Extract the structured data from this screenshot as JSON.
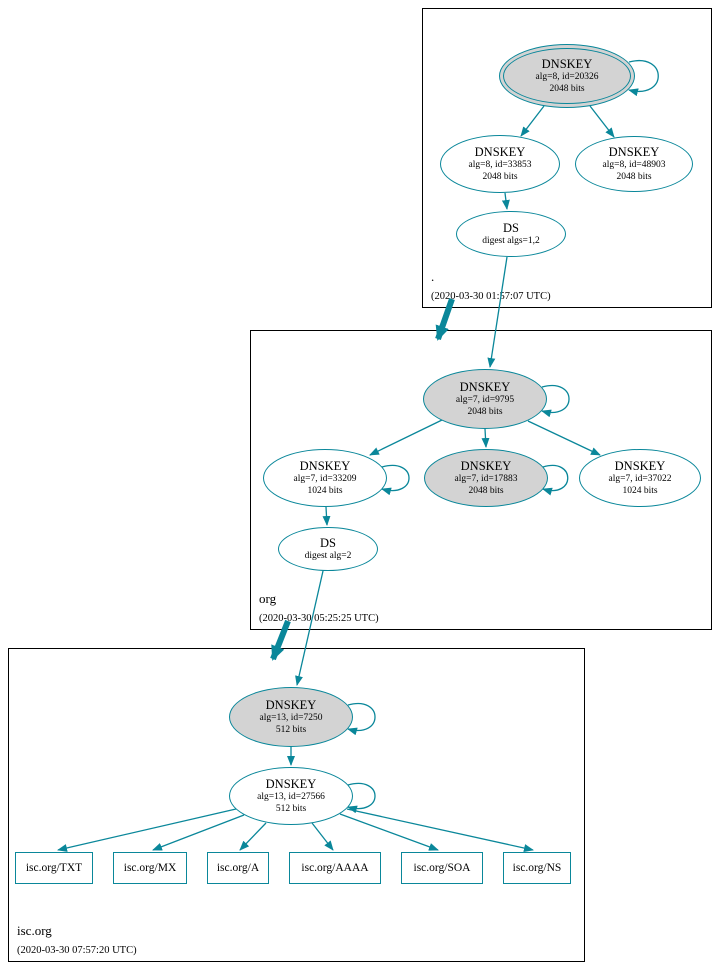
{
  "colors": {
    "accent": "#0a879a",
    "sep_fill": "#d3d3d3"
  },
  "zones": {
    "root": {
      "label": ".",
      "timestamp": "(2020-03-30 01:57:07 UTC)",
      "nodes": {
        "ksk": {
          "name": "DNSKEY",
          "detail1": "alg=8, id=20326",
          "detail2": "2048 bits"
        },
        "zsk_a": {
          "name": "DNSKEY",
          "detail1": "alg=8, id=33853",
          "detail2": "2048 bits"
        },
        "zsk_b": {
          "name": "DNSKEY",
          "detail1": "alg=8, id=48903",
          "detail2": "2048 bits"
        },
        "ds": {
          "name": "DS",
          "detail1": "digest algs=1,2"
        }
      }
    },
    "org": {
      "label": "org",
      "timestamp": "(2020-03-30 05:25:25 UTC)",
      "nodes": {
        "ksk": {
          "name": "DNSKEY",
          "detail1": "alg=7, id=9795",
          "detail2": "2048 bits"
        },
        "zsk_a": {
          "name": "DNSKEY",
          "detail1": "alg=7, id=33209",
          "detail2": "1024 bits"
        },
        "ksk_b": {
          "name": "DNSKEY",
          "detail1": "alg=7, id=17883",
          "detail2": "2048 bits"
        },
        "zsk_b": {
          "name": "DNSKEY",
          "detail1": "alg=7, id=37022",
          "detail2": "1024 bits"
        },
        "ds": {
          "name": "DS",
          "detail1": "digest alg=2"
        }
      }
    },
    "isc": {
      "label": "isc.org",
      "timestamp": "(2020-03-30 07:57:20 UTC)",
      "nodes": {
        "ksk": {
          "name": "DNSKEY",
          "detail1": "alg=13, id=7250",
          "detail2": "512 bits"
        },
        "zsk": {
          "name": "DNSKEY",
          "detail1": "alg=13, id=27566",
          "detail2": "512 bits"
        }
      },
      "rrsets": [
        {
          "label": "isc.org/TXT"
        },
        {
          "label": "isc.org/MX"
        },
        {
          "label": "isc.org/A"
        },
        {
          "label": "isc.org/AAAA"
        },
        {
          "label": "isc.org/SOA"
        },
        {
          "label": "isc.org/NS"
        }
      ]
    }
  }
}
